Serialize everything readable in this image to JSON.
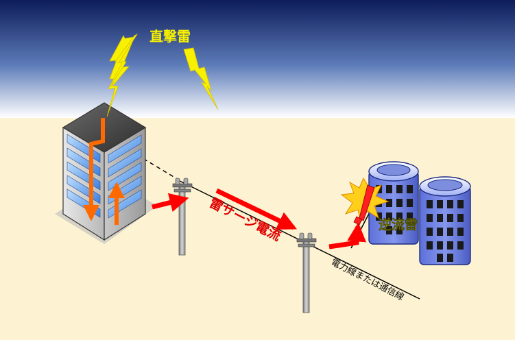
{
  "labels": {
    "direct_strike": "直撃雷",
    "surge_current": "雷サージ電流",
    "back_flow": "逆流雷",
    "line_label": "電力線または通信線"
  },
  "colors": {
    "sky_top": "#0d1c5a",
    "sky_bottom": "#ffffff",
    "ground": "#fdf3d3",
    "lightning": "#f7f000",
    "surge_arrow": "#ff0000",
    "current_arrow": "#ff6a00",
    "label_yellow": "#f7f000",
    "label_red": "#e00000",
    "label_dark": "#000000"
  }
}
